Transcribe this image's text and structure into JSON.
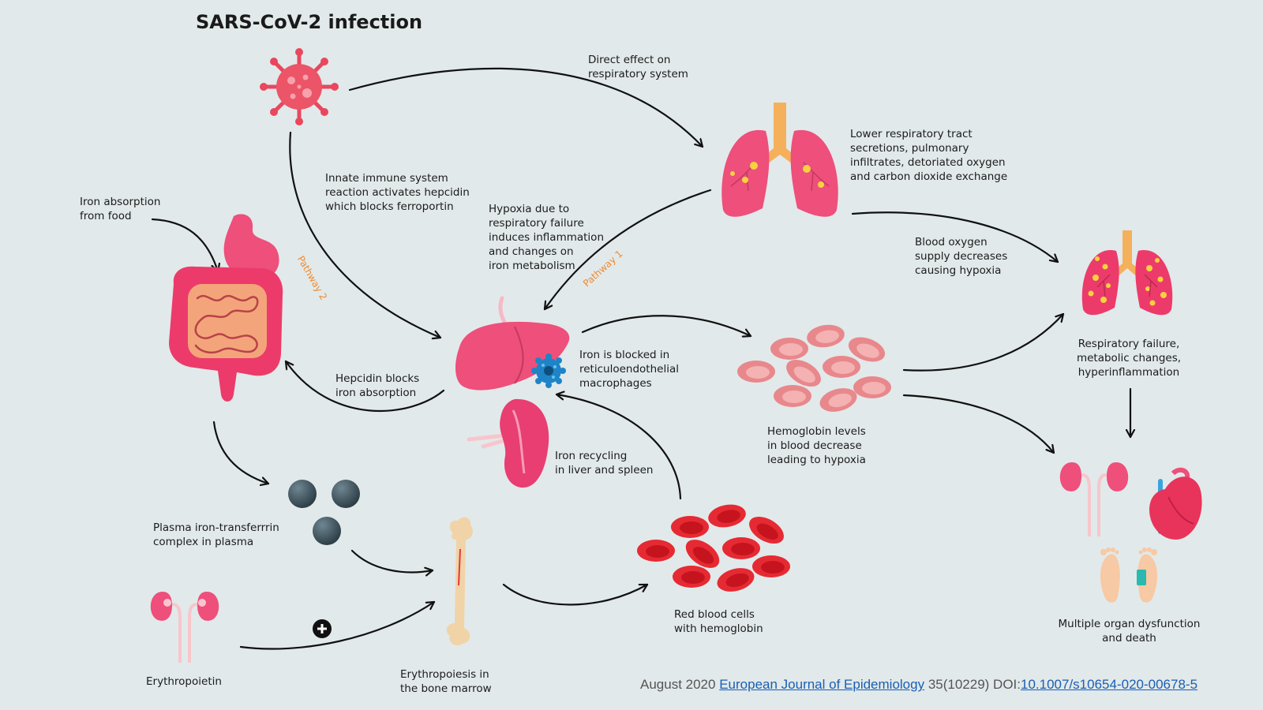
{
  "title": "SARS-CoV-2 infection",
  "labels": {
    "direct_effect": "Direct effect on\nrespiratory system",
    "lower_tract": "Lower respiratory tract\nsecretions, pulmonary\ninfiltrates, detoriated oxygen\nand carbon dioxide exchange",
    "innate_immune": "Innate immune system\nreaction activates hepcidin\nwhich blocks ferroportin",
    "hypoxia_failure": "Hypoxia due to\nrespiratory failure\ninduces inflammation\nand changes on\niron metabolism",
    "iron_absorption": "Iron absorption\nfrom food",
    "blood_oxygen": "Blood oxygen\nsupply decreases\ncausing hypoxia",
    "respiratory_failure": "Respiratory failure,\nmetabolic changes,\nhyperinflammation",
    "hepcidin_blocks": "Hepcidin blocks\niron absorption",
    "iron_blocked": "Iron is blocked in\nreticuloendothelial\nmacrophages",
    "hemoglobin_levels": "Hemoglobin levels\nin blood decrease\nleading to hypoxia",
    "iron_recycling": "Iron recycling\nin liver and spleen",
    "plasma_iron": "Plasma iron-transferrrin\ncomplex in plasma",
    "red_blood_cells": "Red blood cells\nwith hemoglobin",
    "multiple_organ": "Multiple organ dysfunction\nand death",
    "erythropoietin": "Erythropoietin",
    "erythropoiesis": "Erythropoiesis in\nthe bone marrow"
  },
  "pathways": {
    "pathway1": "Pathway 1",
    "pathway2": "Pathway 2"
  },
  "citation": {
    "date": "August 2020 ",
    "journal": "European Journal of Epidemiology",
    "issue": " 35(10229) DOI:",
    "doi": "10.1007/s10654-020-00678-5"
  },
  "icons": [
    "virus-icon",
    "lungs-icon",
    "lungs-inflamed-icon",
    "stomach-intestine-icon",
    "liver-icon",
    "macrophage-icon",
    "spleen-icon",
    "erythrocyte-pale-icon",
    "erythrocyte-red-icon",
    "transferrin-ball-icon",
    "bone-icon",
    "kidney-icon",
    "heart-icon",
    "feet-icon",
    "plus-icon"
  ],
  "colors": {
    "background": "#e2e9ea",
    "organ_pink": "#ee4f7b",
    "virus": "#e8475e",
    "pathway_orange": "#f08a2c",
    "link_blue": "#1a5fb4",
    "iron_ball": "#3b4d57"
  }
}
